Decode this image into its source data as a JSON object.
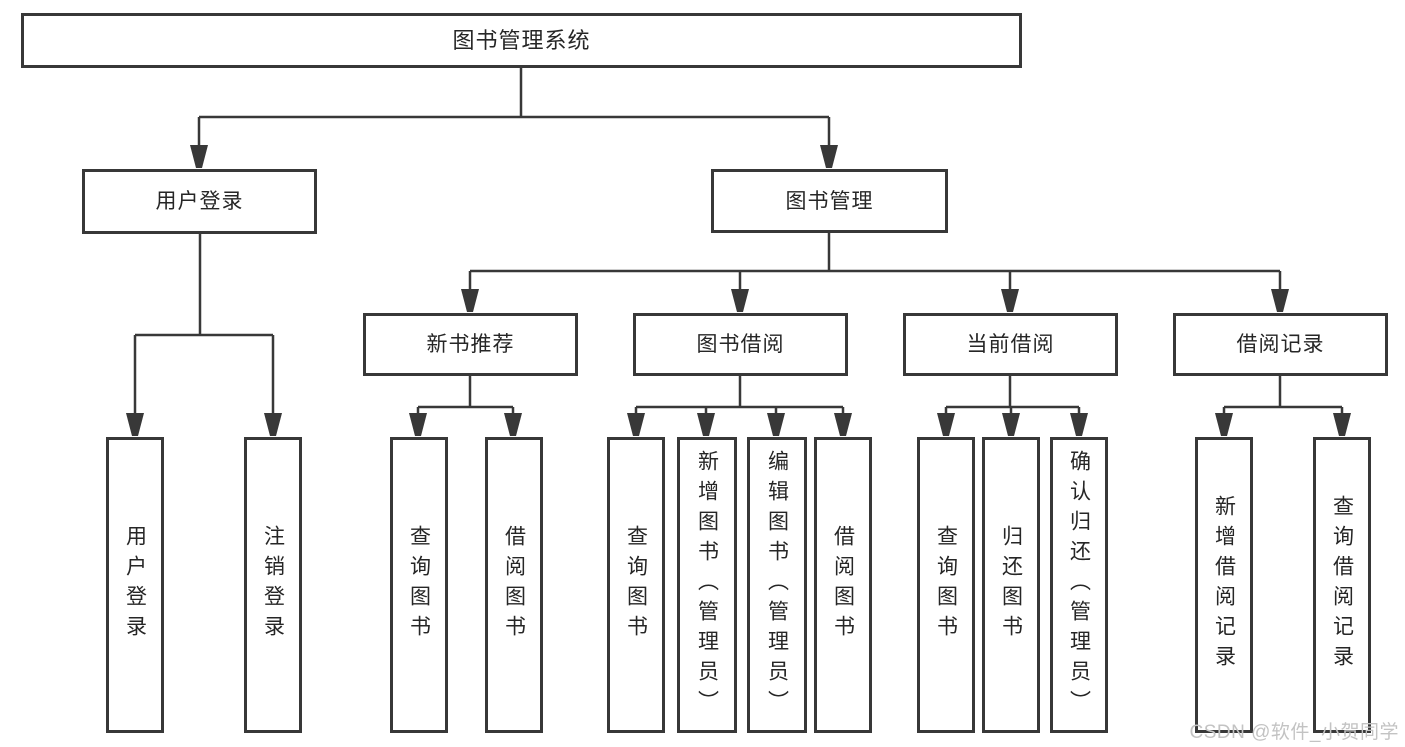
{
  "colors": {
    "background": "#ffffff",
    "line": "#383838",
    "text": "#262626",
    "watermark": "#c3c3c3"
  },
  "watermark": "CSDN @软件_小贺同学",
  "diagram": {
    "root": "图书管理系统",
    "user_login": {
      "label": "用户登录",
      "children": {
        "login": "用户登录",
        "logout": "注销登录"
      }
    },
    "book_management": {
      "label": "图书管理",
      "new_book_recommend": {
        "label": "新书推荐",
        "children": {
          "query": "查询图书",
          "borrow": "借阅图书"
        }
      },
      "book_borrowing": {
        "label": "图书借阅",
        "children": {
          "query": "查询图书",
          "add": "新增图书（管理员）",
          "edit": "编辑图书（管理员）",
          "borrow": "借阅图书"
        }
      },
      "current_borrowing": {
        "label": "当前借阅",
        "children": {
          "query": "查询图书",
          "return": "归还图书",
          "confirm_return": "确认归还（管理员）"
        }
      },
      "borrowing_records": {
        "label": "借阅记录",
        "children": {
          "add": "新增借阅记录",
          "query": "查询借阅记录"
        }
      }
    }
  }
}
